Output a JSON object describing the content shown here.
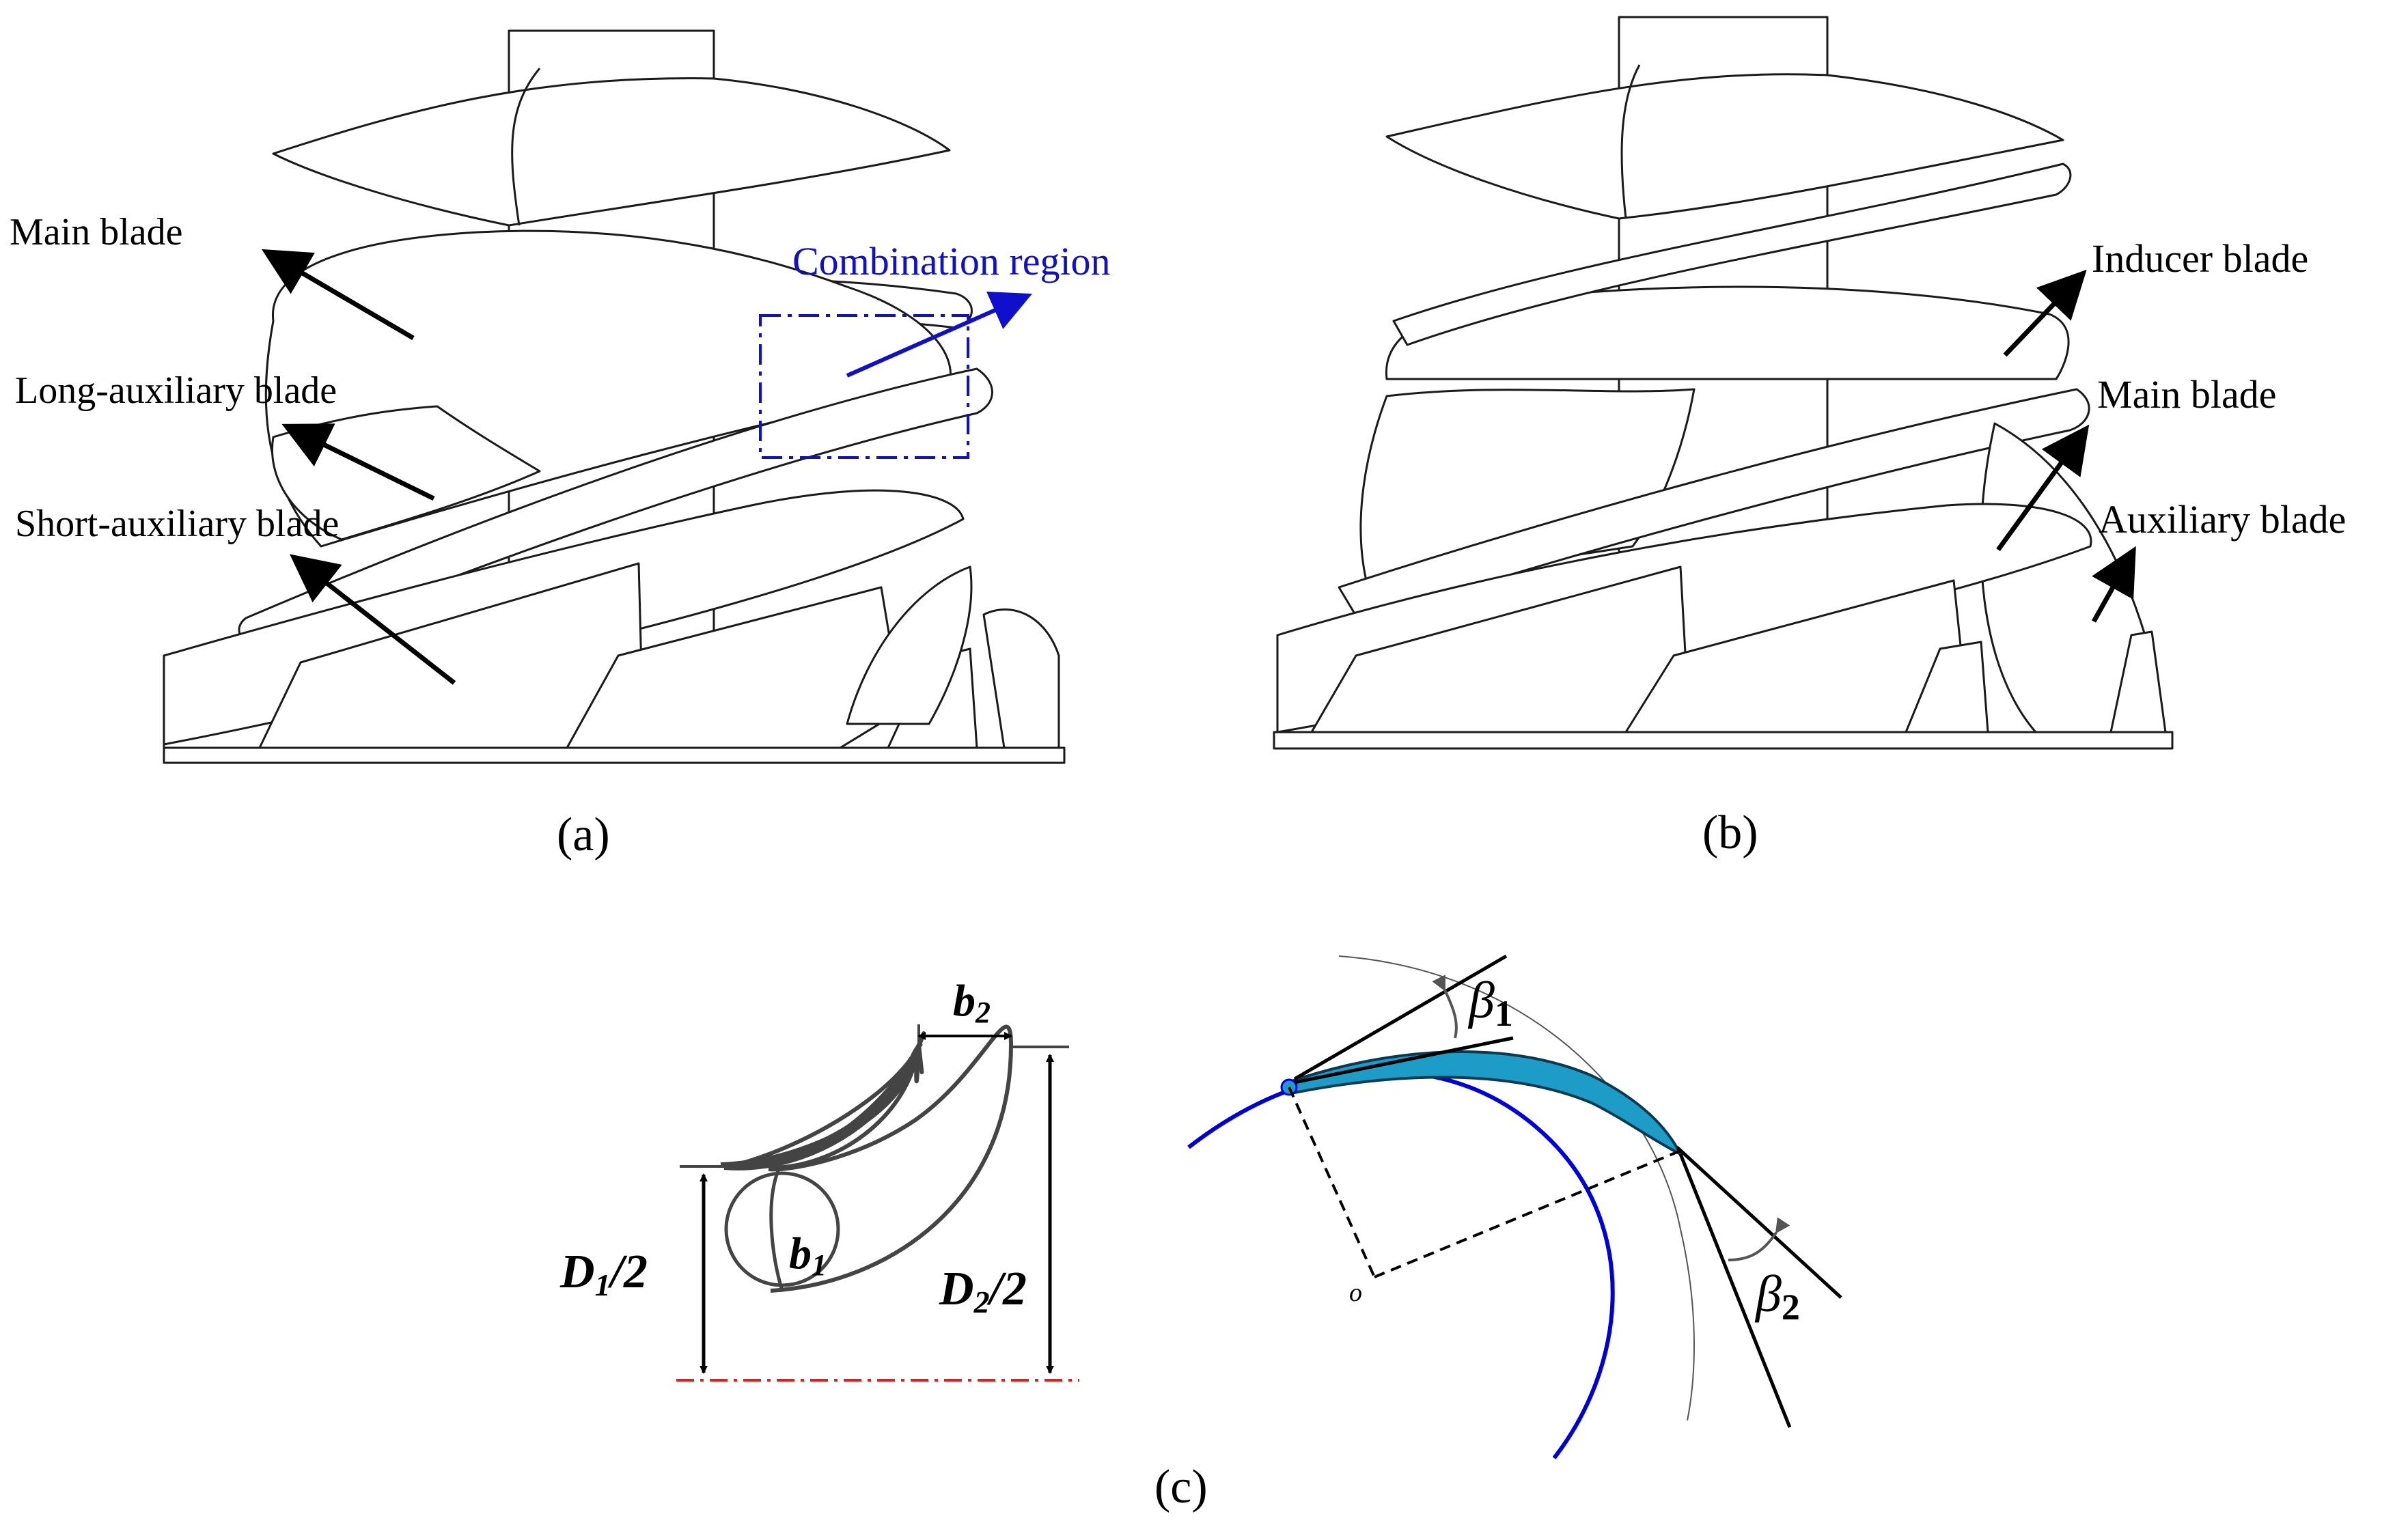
{
  "panels": {
    "a": {
      "caption": "(a)",
      "labels": {
        "main_blade": "Main blade",
        "long_aux": "Long-auxiliary blade",
        "short_aux": "Short-auxiliary blade",
        "combination": "Combination region"
      }
    },
    "b": {
      "caption": "(b)",
      "labels": {
        "inducer": "Inducer blade",
        "main_blade": "Main blade",
        "auxiliary": "Auxiliary blade"
      }
    },
    "c": {
      "caption": "(c)",
      "labels": {
        "b2": "b",
        "b2_sub": "2",
        "b1": "b",
        "b1_sub": "1",
        "d1": "D",
        "d1_sub": "1",
        "d1_tail": "/2",
        "d2": "D",
        "d2_sub": "2",
        "d2_tail": "/2",
        "beta1": "β",
        "beta1_sub": "1",
        "beta2": "β",
        "beta2_sub": "2",
        "origin": "o"
      }
    }
  },
  "colors": {
    "combination_box": "#1010cc",
    "circle_arc": "#0000dd",
    "blade_fill": "#1e9cc8",
    "axis_line": "#e02020"
  }
}
